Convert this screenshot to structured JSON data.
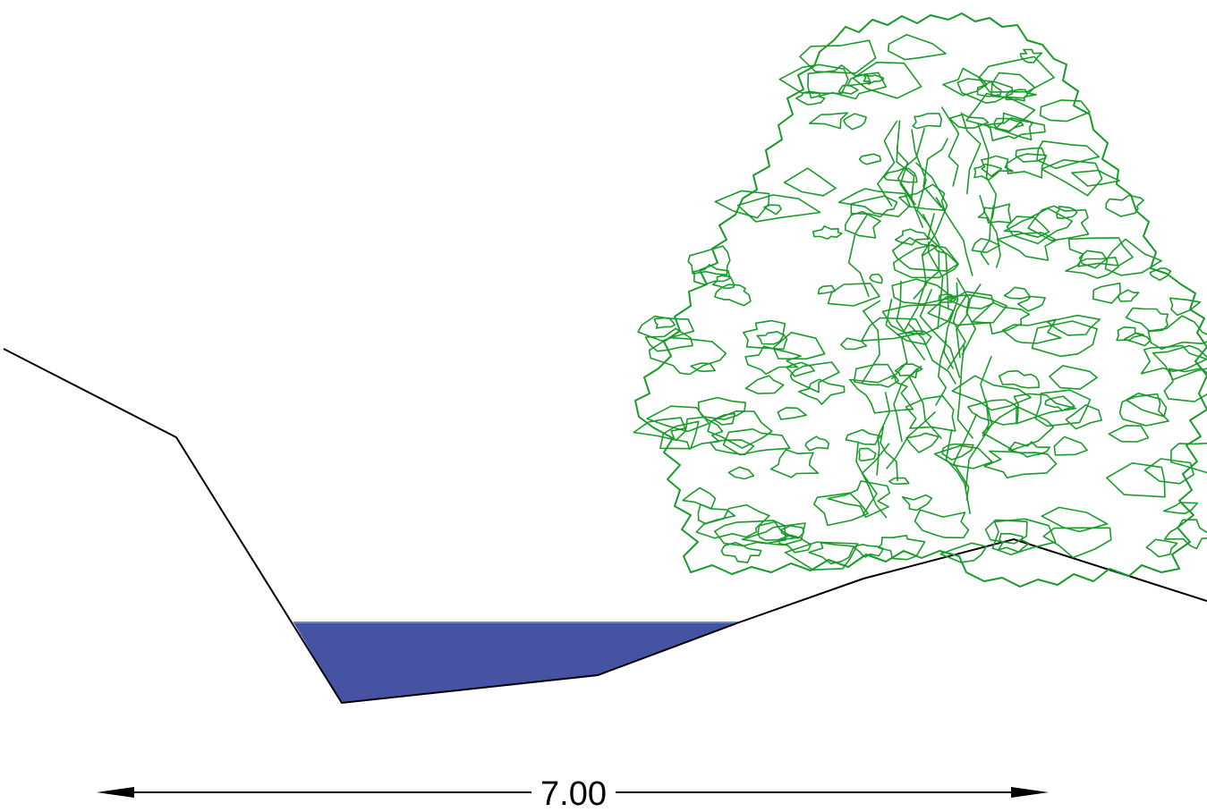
{
  "drawing": {
    "type": "cross-section",
    "dimension": {
      "label": "7.00"
    },
    "colors": {
      "ground_line": "#000000",
      "water": "#4652a2",
      "water_surface": "#6a86c8",
      "tree_outline": "#1a9a2a",
      "dimension_line": "#000000",
      "background": "#ffffff"
    },
    "elements": {
      "ground": "ground-profile",
      "water": "water-body",
      "tree": "tree-icon"
    }
  }
}
